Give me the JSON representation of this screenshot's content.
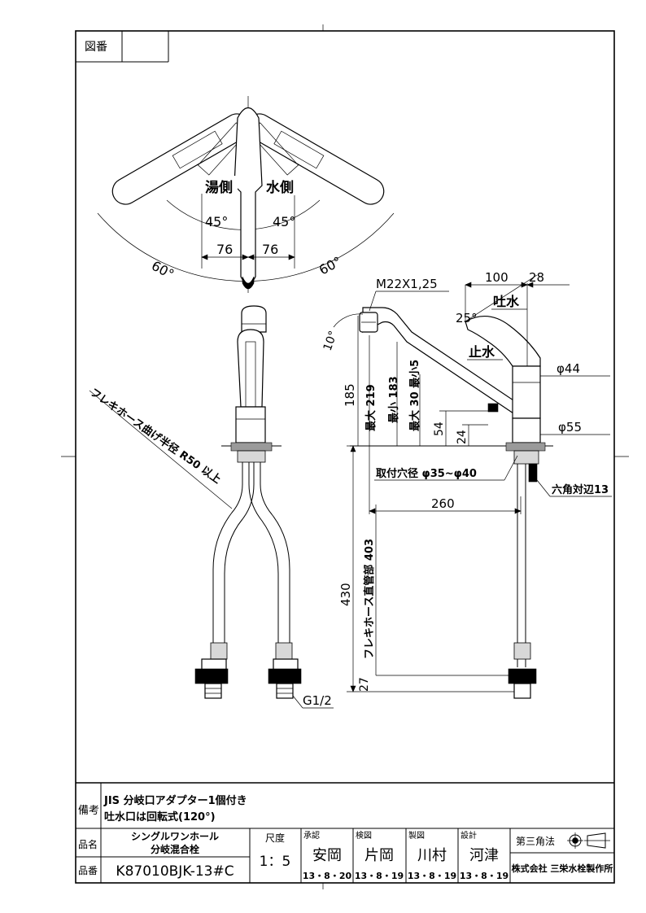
{
  "title_block": {
    "drawing_no_label": "図番",
    "drawing_no_value": "",
    "remarks_label": "備考",
    "remarks_line1": "JIS  分岐口アダプター1個付き",
    "remarks_line2": "吐水口は回転式(120°)",
    "product_name_label": "品名",
    "product_name_line1": "シングルワンホール",
    "product_name_line2": "分岐混合栓",
    "product_code_label": "品番",
    "product_code": "K87010BJK-13#C",
    "scale_label": "尺度",
    "scale_value": "1：5",
    "approvals": [
      {
        "role": "承認",
        "name": "安岡",
        "date": "13・8・20"
      },
      {
        "role": "検図",
        "name": "片岡",
        "date": "13・8・19"
      },
      {
        "role": "製図",
        "name": "川村",
        "date": "13・8・19"
      },
      {
        "role": "設計",
        "name": "河津",
        "date": "13・8・19"
      }
    ],
    "projection_label": "第三角法",
    "company": "株式会社 三栄水栓製作所"
  },
  "top_view": {
    "hot_side": "湯側",
    "cold_side": "水側",
    "angle_hot": "45°",
    "angle_cold": "45°",
    "offset_left": "76",
    "offset_right": "76",
    "swing_left": "60°",
    "swing_right": "60°"
  },
  "front_view": {
    "hose_note": "フレキホース曲げ半径 R50 以上",
    "connector": "G1/2"
  },
  "side_view": {
    "thread": "M22X1,25",
    "dim_100": "100",
    "dim_28": "28",
    "spout_label": "吐水",
    "lever_angle": "25°",
    "stop_label": "止水",
    "dia_44": "φ44",
    "dia_55": "φ55",
    "tilt_angle": "10°",
    "dim_185": "185",
    "max_219": "最大 219",
    "min_183": "最小 183",
    "max30_min5": "最大 30 最小5",
    "dim_54": "54",
    "dim_24": "24",
    "mount_hole": "取付穴径  φ35~φ40",
    "hex_size": "六角対辺13",
    "dim_260": "260",
    "dim_430": "430",
    "hose_length": "フレキホース直管部 403",
    "dim_27": "27"
  }
}
